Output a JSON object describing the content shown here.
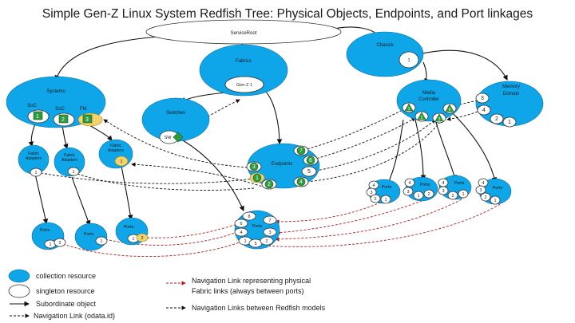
{
  "title": "Simple Gen-Z Linux System Redfish Tree:  Physical Objects, Endpoints, and Port linkages",
  "nodes": {
    "service_root": "ServiceRoot",
    "chassis": "Chassis",
    "chassis_member": "1",
    "fabrics": "Fabrics",
    "genz_fabric": "Gen-Z 1",
    "systems": "Systems",
    "soc1": "SoC",
    "soc2": "SoC",
    "fm": "FM",
    "switches": "Switches",
    "sw_member": "SW",
    "endpoints": "Endpoints",
    "media_controller": "Media\nController",
    "memory_domain": "Memory\nDomain",
    "fabric_adapters": "Fabric\nAdapters",
    "ports": "Ports"
  },
  "legend": {
    "collection": "collection resource",
    "singleton": "singleton resource",
    "subordinate": "Subordinate object",
    "nav_link": "Navigation Link (odata.id)",
    "physical_links": "Navigation Link representing physical\nFabric links (always between ports)",
    "redfish_links": "Navigation Links between Redfish models"
  },
  "colors": {
    "collection": "#0ea5e9",
    "endpoint_green": "#2e9a3e",
    "fabric_manager_yellow": "#f3d36a",
    "physical_link_red": "#b31b1b"
  }
}
